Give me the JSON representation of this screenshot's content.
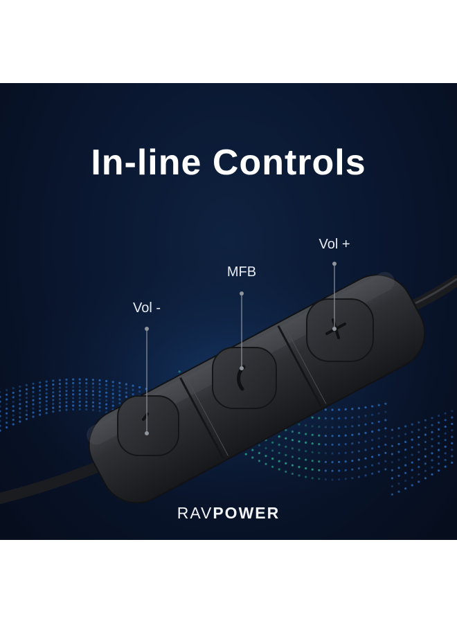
{
  "headline": "In-line Controls",
  "labels": {
    "vol_minus": "Vol -",
    "mfb": "MFB",
    "vol_plus": "Vol +"
  },
  "brand": {
    "part1": "RAV",
    "part2": "POWER"
  },
  "colors": {
    "background": "#0a1730",
    "remote_body": "#2e3034",
    "cable": "#1b1c1f",
    "wave_blue": "#2f7bd6",
    "wave_teal": "#2fbf9a",
    "text": "#ffffff"
  },
  "icons": [
    "minus-icon",
    "phone-icon",
    "plus-icon"
  ]
}
